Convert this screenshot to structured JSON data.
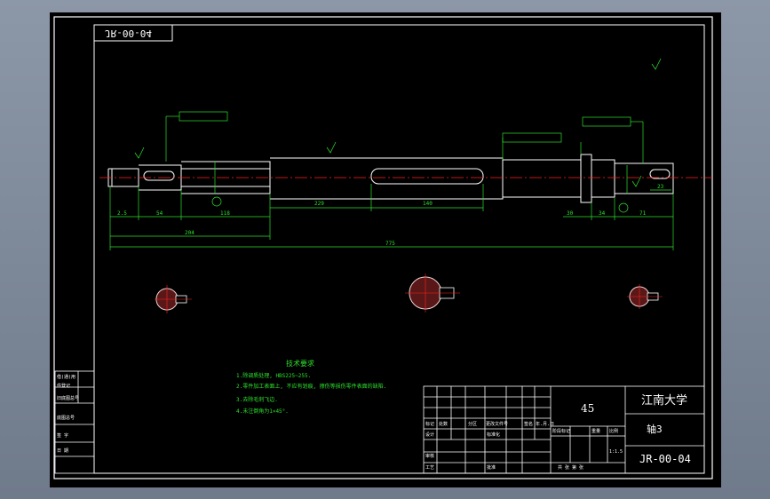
{
  "drawing_number_mirrored": "JR-00-04",
  "dimensions": {
    "d_2_5": "2.5",
    "d_54": "54",
    "d_118": "118",
    "d_204": "204",
    "d_229": "229",
    "d_140": "140",
    "d_775": "775",
    "d_30": "30",
    "d_34": "34",
    "d_71": "71",
    "d_23": "23"
  },
  "notes": {
    "heading": "技术要求",
    "items": [
      "1.除调质处理, HBS225~255.",
      "2.零件加工表面上, 不应有划痕, 擦伤等损伤零件表面的缺陷.",
      "3.去除毛刺飞边.",
      "4.未注倒角为1×45°."
    ]
  },
  "title_block": {
    "material": "45",
    "organization": "江南大学",
    "part_name": "轴3",
    "drawing_number": "JR-00-04",
    "scale": "1:1.5",
    "header_cells": [
      "标记",
      "处数",
      "分区",
      "更改文件号",
      "签名",
      "年.月.日"
    ],
    "row_design": "设计",
    "row_check": "审核",
    "row_process": "工艺",
    "standardized": "标准化",
    "approved": "批准",
    "stage_labels": [
      "阶段标记",
      "重量",
      "比例"
    ],
    "sheets_label": "共 张 第 张"
  },
  "side_stamp": [
    "借(通)用",
    "件登记",
    "旧底图总号",
    "底图总号",
    "签 字",
    "日 期"
  ]
}
